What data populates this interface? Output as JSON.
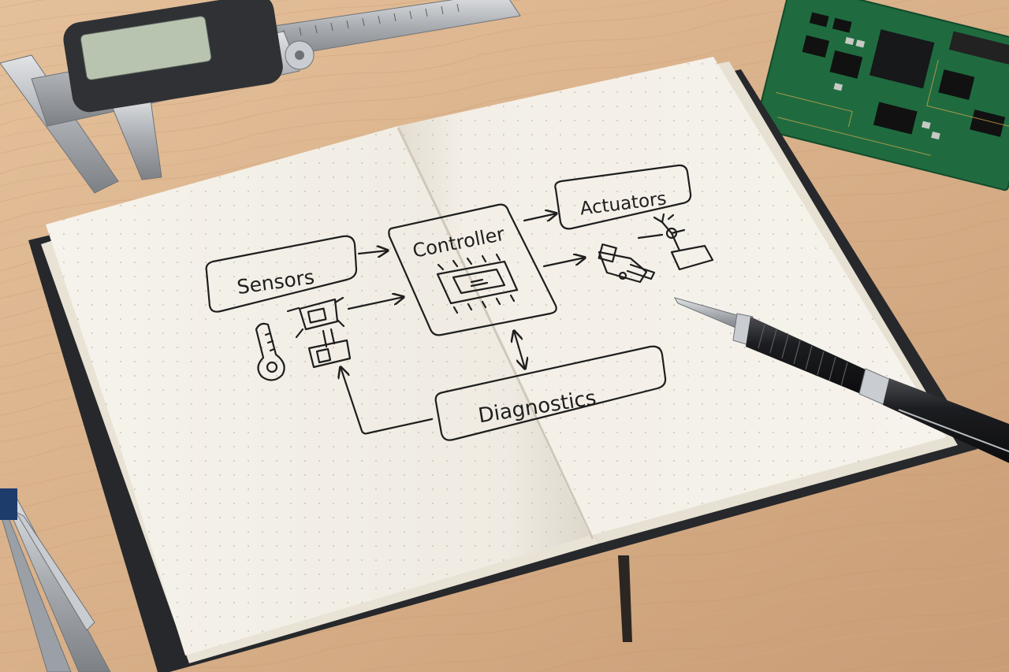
{
  "scene": {
    "description_free": true,
    "colors": {
      "desk": "#d9b48e",
      "page": "#f3efe6",
      "cover": "#26282b",
      "ink": "#1e1e1e",
      "pcb": "#1f6b3f",
      "pen_body": "#1b1c1e",
      "steel": "#b9bcc0"
    }
  },
  "diagram": {
    "nodes": {
      "sensors": "Sensors",
      "controller": "Controller",
      "actuators": "Actuators",
      "diagnostics": "Diagnostics"
    },
    "icons": {
      "sensors": [
        "thermometer-icon",
        "camera-sensor-icon",
        "battery-sensor-icon"
      ],
      "controller": "microchip-icon",
      "actuators": [
        "motor-icon",
        "robot-arm-icon"
      ]
    },
    "edges": [
      {
        "from": "sensors",
        "to": "controller"
      },
      {
        "from": "sensor-icons",
        "to": "controller"
      },
      {
        "from": "controller",
        "to": "actuators"
      },
      {
        "from": "controller",
        "to": "actuator-icons"
      },
      {
        "from": "controller",
        "to": "diagnostics",
        "bidirectional": true
      },
      {
        "from": "diagnostics",
        "to": "sensor-icons"
      }
    ]
  }
}
